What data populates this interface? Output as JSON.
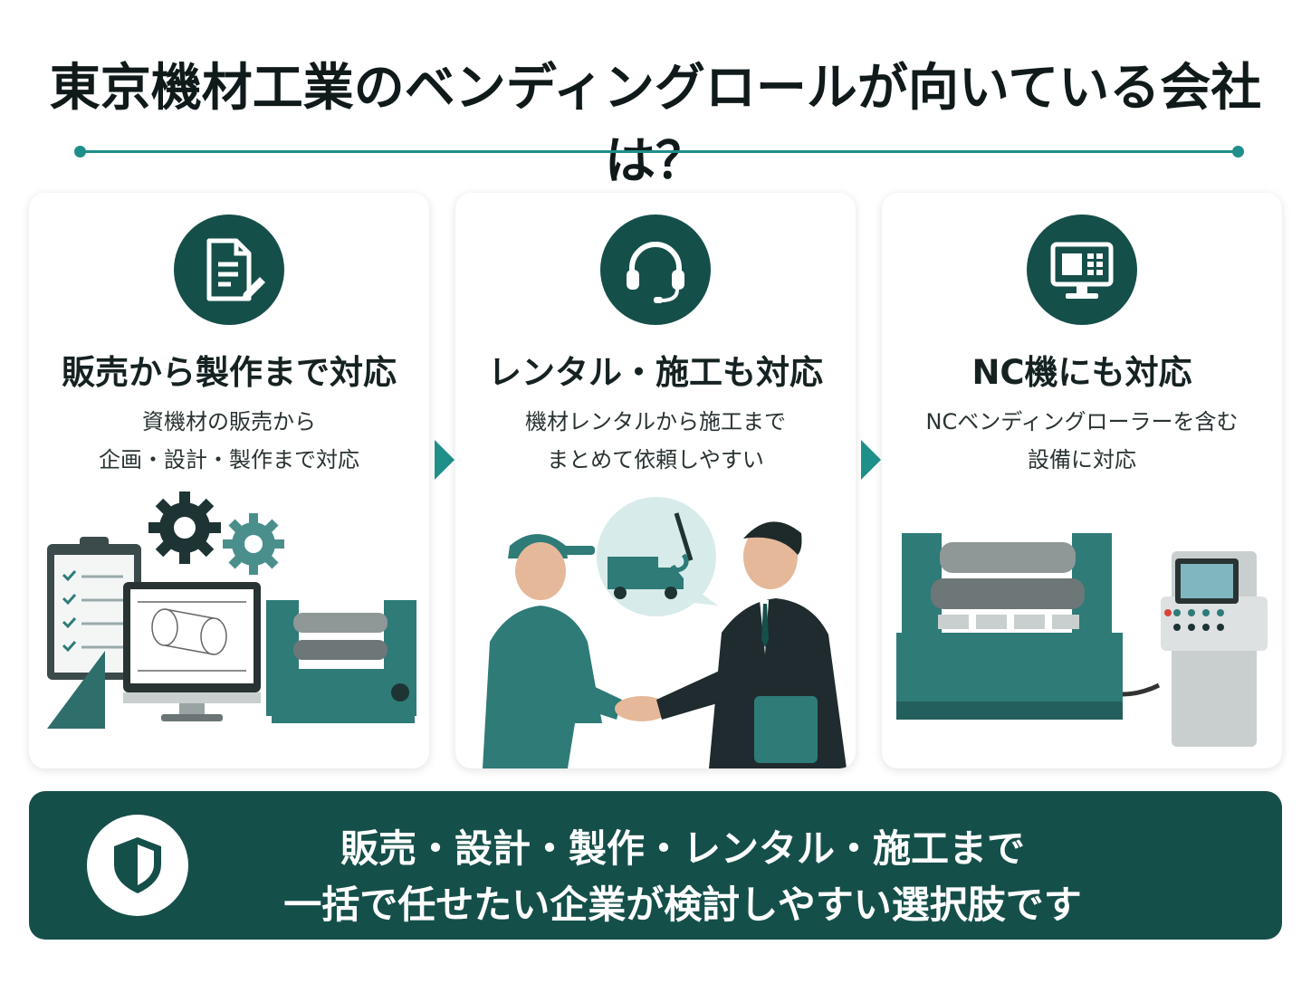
{
  "title": "東京機材工業のベンディングロールが向いている会社は？",
  "cards": [
    {
      "icon": "document-edit-icon",
      "heading": "販売から製作まで対応",
      "desc_lines": [
        "資機材の販売から",
        "企画・設計・製作まで対応"
      ]
    },
    {
      "icon": "headset-icon",
      "heading": "レンタル・施工も対応",
      "desc_lines": [
        "機材レンタルから施工まで",
        "まとめて依頼しやすい"
      ]
    },
    {
      "icon": "monitor-icon",
      "heading": "NC機にも対応",
      "desc_lines": [
        "NCベンディングローラーを含む",
        "設備に対応"
      ]
    }
  ],
  "banner": {
    "icon": "shield-icon",
    "line1": "販売・設計・製作・レンタル・施工まで",
    "line2": "一括で任せたい企業が検討しやすい選択肢です"
  },
  "colors": {
    "primary": "#154f4a",
    "accent": "#1f8f8a",
    "teal": "#2e7b78"
  }
}
